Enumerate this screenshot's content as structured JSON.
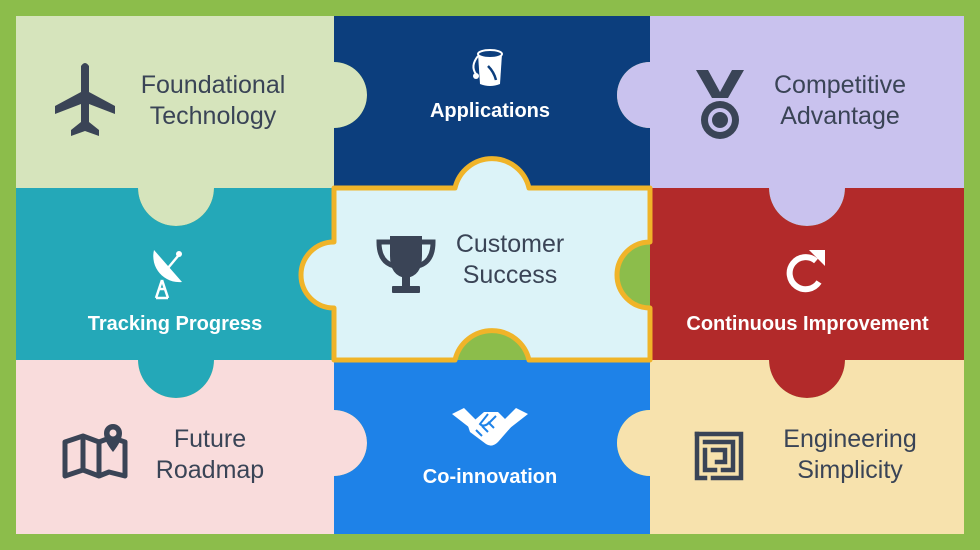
{
  "colors": {
    "border": "#8cbd4b",
    "center_outline": "#f0b429",
    "foundational": "#d6e4bc",
    "applications": "#0c3e7d",
    "competitive": "#c9c2ee",
    "tracking": "#24a8b8",
    "center": "#dcf3f8",
    "continuous": "#b22a2a",
    "future": "#f9dcdc",
    "coinnovation": "#1e82e8",
    "engineering": "#f7e2ad"
  },
  "pieces": {
    "foundational": {
      "line1": "Foundational",
      "line2": "Technology",
      "icon": "airplane-icon"
    },
    "applications": {
      "label": "Applications",
      "icon": "paint-bucket-icon"
    },
    "competitive": {
      "line1": "Competitive",
      "line2": "Advantage",
      "icon": "medal-icon"
    },
    "tracking": {
      "label": "Tracking Progress",
      "icon": "satellite-dish-icon"
    },
    "center": {
      "line1": "Customer",
      "line2": "Success",
      "icon": "trophy-icon"
    },
    "continuous": {
      "label": "Continuous Improvement",
      "icon": "refresh-icon"
    },
    "future": {
      "line1": "Future",
      "line2": "Roadmap",
      "icon": "map-icon"
    },
    "coinnovation": {
      "label": "Co-innovation",
      "icon": "handshake-icon"
    },
    "engineering": {
      "line1": "Engineering",
      "line2": "Simplicity",
      "icon": "maze-icon"
    }
  }
}
